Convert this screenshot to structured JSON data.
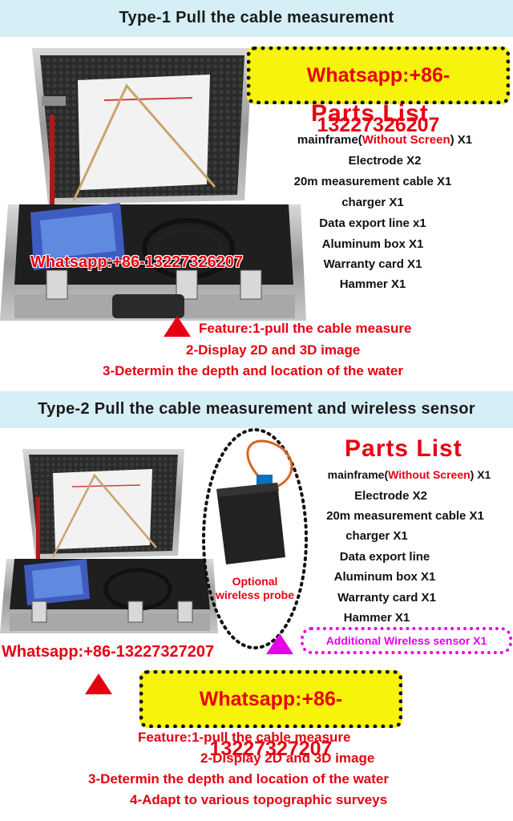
{
  "type1": {
    "title": "Type-1 Pull the cable measurement",
    "whatsapp_box": "Whatsapp:+86-13227326207",
    "whatsapp_overlay": "Whatsapp:+86-13227326207",
    "parts_title": "Parts List",
    "parts": [
      {
        "main": "mainframe(",
        "red": "Without Screen",
        "tail": ") X1"
      },
      {
        "main": "Electrode X2"
      },
      {
        "main": "20m measurement cable X1"
      },
      {
        "main": "charger X1"
      },
      {
        "main": "Data export line x1"
      },
      {
        "main": "Aluminum box X1"
      },
      {
        "main": "Warranty card X1"
      },
      {
        "main": "Hammer X1"
      }
    ],
    "features": [
      "Feature:1-pull the cable measure",
      "2-Display 2D and 3D image",
      "3-Determin the depth and location of the water"
    ]
  },
  "type2": {
    "title": "Type-2 Pull the cable measurement and wireless sensor",
    "parts_title": "Parts List",
    "parts": [
      {
        "main": "mainframe(",
        "red": "Without Screen",
        "tail": ") X1"
      },
      {
        "main": "Electrode X2"
      },
      {
        "main": "20m measurement cable X1"
      },
      {
        "main": "charger X1"
      },
      {
        "main": "Data export line"
      },
      {
        "main": "Aluminum box X1"
      },
      {
        "main": "Warranty card X1"
      },
      {
        "main": "Hammer X1"
      }
    ],
    "probe_label_1": "Optional",
    "probe_label_2": "wireless probe",
    "additional": "Additional Wireless sensor X1",
    "whatsapp_overlay": "Whatsapp:+86-13227327207",
    "whatsapp_box": "Whatsapp:+86-13227327207",
    "features": [
      "Feature:1-pull the cable measure",
      "2-Display 2D and 3D image",
      "3-Determin the depth and location of the water",
      "4-Adapt to various topographic surveys"
    ]
  },
  "colors": {
    "accent_red": "#e60012",
    "highlight_yellow": "#f7f30a",
    "magenta": "#e800e8",
    "band_blue": "#d6eef6"
  }
}
